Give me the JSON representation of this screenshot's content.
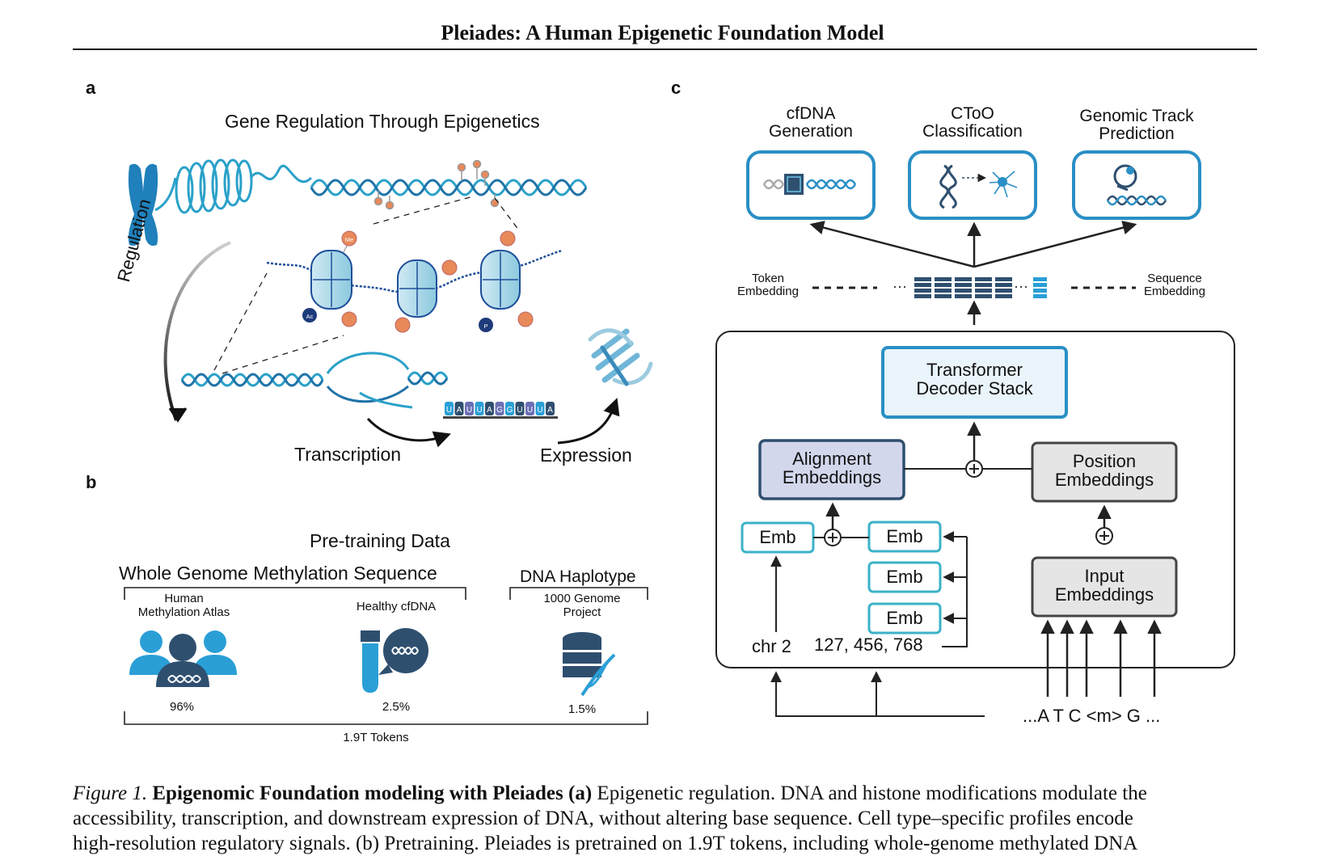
{
  "header": {
    "title": "Pleiades: A Human Epigenetic Foundation Model"
  },
  "panel_a": {
    "letter": "a",
    "title": "Gene Regulation Through Epigenetics",
    "regulation_label": "Regulation",
    "transcription_label": "Transcription",
    "expression_label": "Expression",
    "mod_labels": {
      "me": "Me",
      "ac": "Ac",
      "p": "P"
    },
    "rna_letters": [
      "U",
      "A",
      "U",
      "U",
      "A",
      "G",
      "G",
      "U",
      "U",
      "U",
      "A"
    ]
  },
  "panel_b": {
    "letter": "b",
    "title": "Pre-training Data",
    "wgms_title": "Whole Genome Methylation Sequence",
    "haplotype_title": "DNA Haplotype",
    "sources": [
      {
        "name_line1": "Human",
        "name_line2": "Methylation Atlas",
        "percent": "96%"
      },
      {
        "name_line1": "Healthy cfDNA",
        "name_line2": "",
        "percent": "2.5%"
      },
      {
        "name_line1": "1000 Genome",
        "name_line2": "Project",
        "percent": "1.5%"
      }
    ],
    "total_tokens": "1.9T Tokens"
  },
  "panel_c": {
    "letter": "c",
    "tasks": [
      {
        "line1": "cfDNA",
        "line2": "Generation",
        "icon": "dna-chip-icon"
      },
      {
        "line1": "CToO",
        "line2": "Classification",
        "icon": "dna-cell-icon"
      },
      {
        "line1": "Genomic Track",
        "line2": "Prediction",
        "icon": "magnifier-dna-icon"
      }
    ],
    "token_embedding": {
      "line1": "Token",
      "line2": "Embedding"
    },
    "sequence_embedding": {
      "line1": "Sequence",
      "line2": "Embedding"
    },
    "transformer": {
      "line1": "Transformer",
      "line2": "Decoder Stack"
    },
    "alignment": {
      "line1": "Alignment",
      "line2": "Embeddings"
    },
    "position": {
      "line1": "Position",
      "line2": "Embeddings"
    },
    "input": {
      "line1": "Input",
      "line2": "Embeddings"
    },
    "emb_label": "Emb",
    "chr_label": "chr 2",
    "positions_label": "127, 456, 768",
    "sequence_label": "...A T C <m> G ...",
    "colors": {
      "teal": "#2a8fc5",
      "nav": "#2f4f6f",
      "alignment_fill": "#d3d7ec",
      "gray_fill": "#e5e5e5",
      "light_blue_fill": "#e9f4fb",
      "emb_border": "#3bb2c8"
    }
  },
  "caption": {
    "figure_label": "Figure 1.",
    "bold_title": "Epigenomic Foundation modeling with Pleiades (a)",
    "line1_rest": " Epigenetic regulation. DNA and histone modifications modulate the",
    "line2": "accessibility, transcription, and downstream expression of DNA, without altering base sequence. Cell type–specific profiles encode",
    "line3": "high-resolution regulatory signals. (b) Pretraining. Pleiades is pretrained on 1.9T tokens, including whole-genome methylated DNA"
  }
}
